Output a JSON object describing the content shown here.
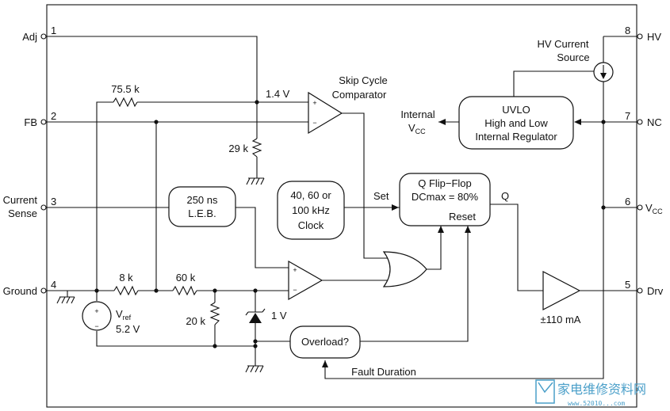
{
  "pins": {
    "adj": {
      "name": "Adj",
      "num": "1"
    },
    "fb": {
      "name": "FB",
      "num": "2"
    },
    "cs_line1": "Current",
    "cs_line2": "Sense",
    "cs_num": "3",
    "gnd": {
      "name": "Ground",
      "num": "4"
    },
    "hv": {
      "name": "HV",
      "num": "8"
    },
    "nc": {
      "name": "NC",
      "num": "7"
    },
    "vcc": {
      "name": "V",
      "sub": "CC",
      "num": "6"
    },
    "drv": {
      "name": "Drv",
      "num": "5"
    }
  },
  "components": {
    "r1": "75.5 k",
    "r2": "29 k",
    "r3": "8 k",
    "r4": "60 k",
    "r5": "20 k",
    "v14": "1.4 V",
    "v1": "1 V",
    "vref": "V",
    "vref_sub": "ref",
    "vref_val": "5.2 V",
    "plus": "+",
    "minus": "−"
  },
  "blocks": {
    "skip_l1": "Skip Cycle",
    "skip_l2": "Comparator",
    "hv_l1": "HV Current",
    "hv_l2": "Source",
    "int": "Internal",
    "int_v": "V",
    "int_sub": "CC",
    "uvlo_l1": "UVLO",
    "uvlo_l2": "High and Low",
    "uvlo_l3": "Internal Regulator",
    "leb_l1": "250 ns",
    "leb_l2": "L.E.B.",
    "clk_l1": "40, 60 or",
    "clk_l2": "100 kHz",
    "clk_l3": "Clock",
    "ff_l1": "Q Flip−Flop",
    "ff_l2": "DCmax = 80%",
    "ff_set": "Set",
    "ff_reset": "Reset",
    "ff_q": "Q",
    "drv_cur": "±110 mA",
    "overload": "Overload?",
    "fault": "Fault Duration"
  },
  "watermark": {
    "text": "家电维修资料网",
    "url": "www.52010...com"
  }
}
